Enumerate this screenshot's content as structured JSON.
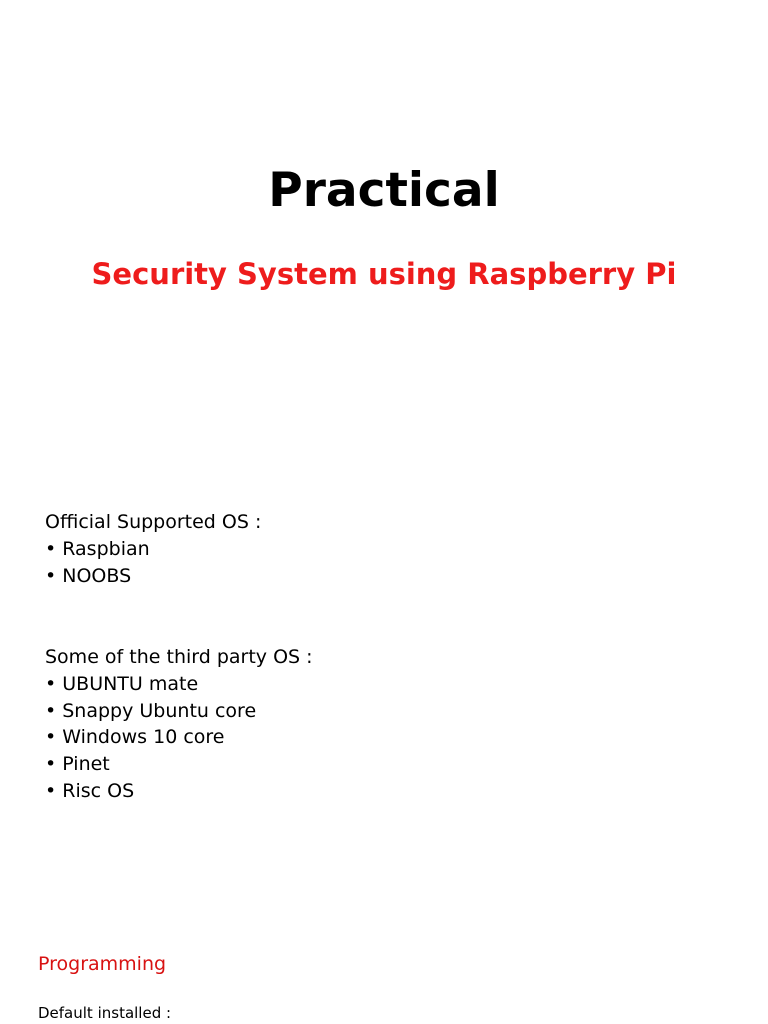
{
  "title": "Practical",
  "subtitle": "Security System using Raspberry Pi",
  "official": {
    "heading": "Official Supported OS :",
    "items": [
      "• Raspbian",
      "• NOOBS"
    ]
  },
  "third_party": {
    "heading": "Some of the third party OS :",
    "items": [
      "• UBUNTU mate",
      "• Snappy Ubuntu core",
      "• Windows 10 core",
      "• Pinet",
      "• Risc OS"
    ]
  },
  "programming": {
    "heading": "Programming",
    "default_installed": "Default installed :"
  },
  "colors": {
    "subtitle": "#ee1c1c",
    "programming": "#d81212"
  }
}
